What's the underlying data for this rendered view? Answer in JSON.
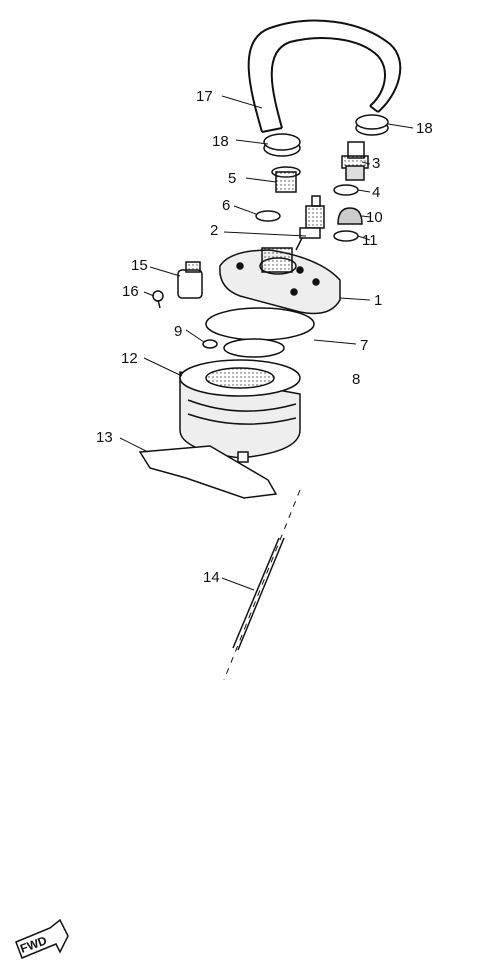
{
  "diagram": {
    "callouts": {
      "p1": "1",
      "p2": "2",
      "p3": "3",
      "p4": "4",
      "p5": "5",
      "p6": "6",
      "p7": "7",
      "p8": "8",
      "p9": "9",
      "p10": "10",
      "p11": "11",
      "p12": "12",
      "p13": "13",
      "p14": "14",
      "p15": "15",
      "p16": "16",
      "p17": "17",
      "p18a": "18",
      "p18b": "18"
    },
    "fwd_badge": "FWD",
    "colors": {
      "ink": "#111111",
      "paper": "#ffffff",
      "shade": "#bdbdbd"
    }
  }
}
